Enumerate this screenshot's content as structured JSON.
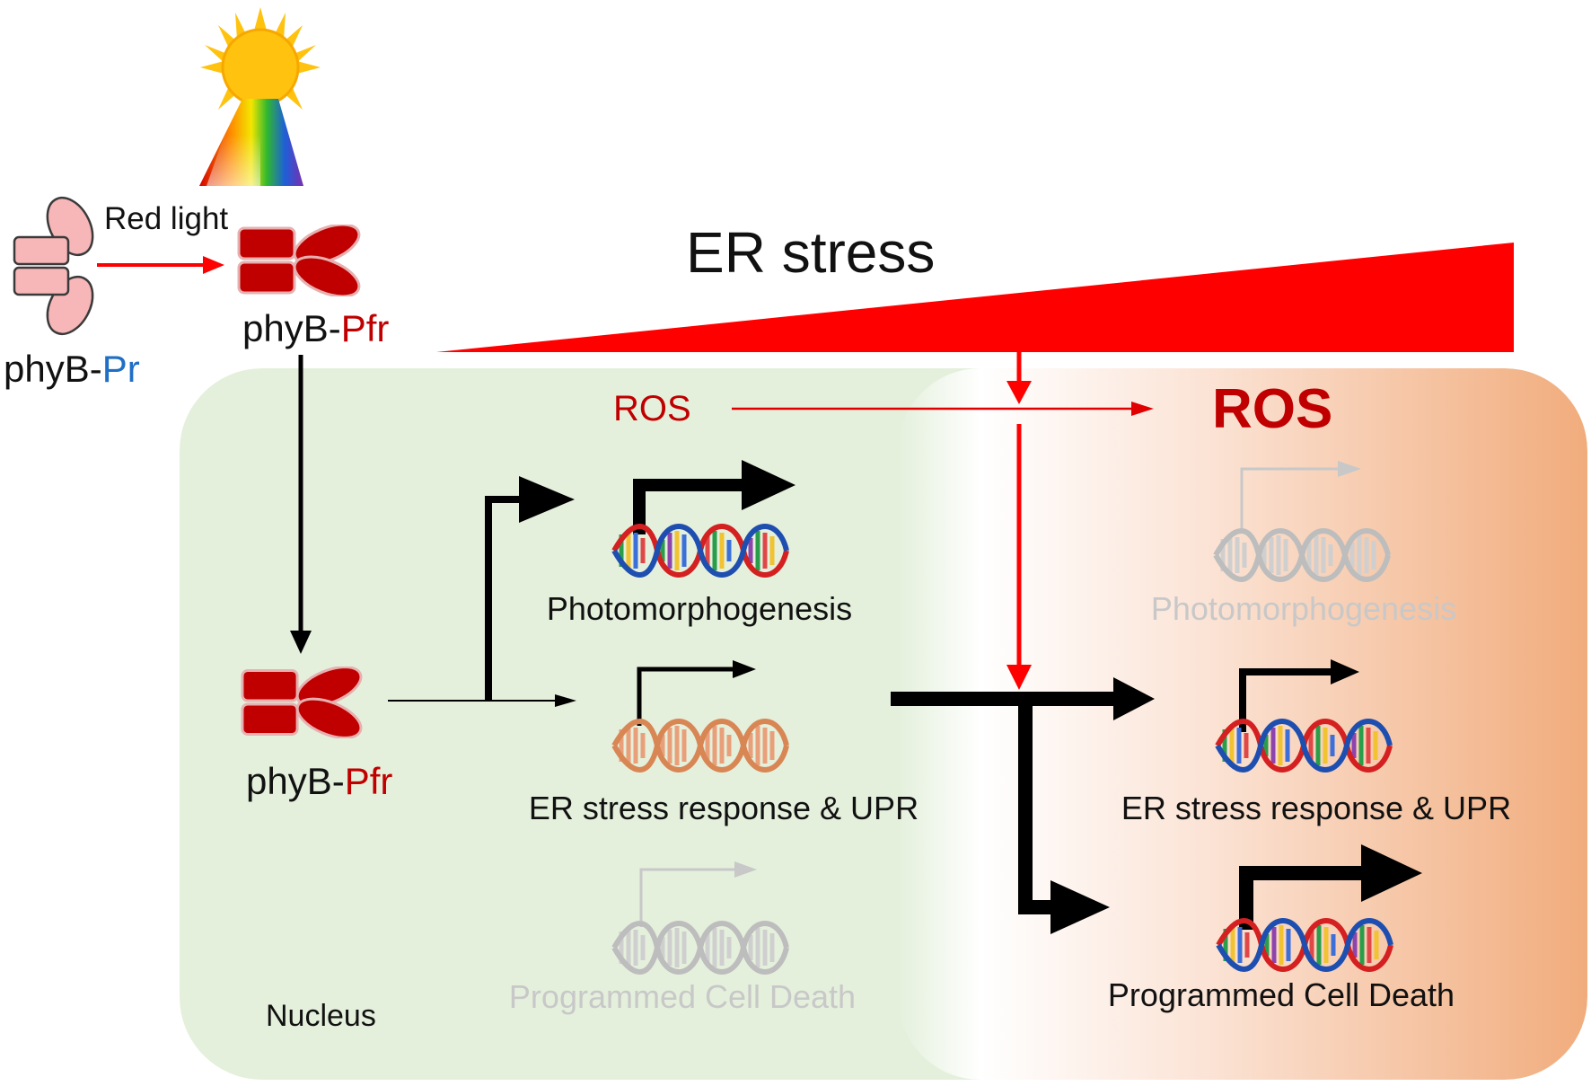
{
  "labels": {
    "red_light": "Red light",
    "phyb_pr_prefix": "phyB-",
    "phyb_pr_suffix": "Pr",
    "phyb_pfr_prefix": "phyB-",
    "phyb_pfr_suffix": "Pfr",
    "er_stress": "ER stress",
    "ros_small": "ROS",
    "ros_large": "ROS",
    "nucleus": "Nucleus"
  },
  "left_genes": [
    {
      "label": "Photomorphogenesis",
      "state": "strong"
    },
    {
      "label": "ER stress response & UPR",
      "state": "weak"
    },
    {
      "label": "Programmed Cell Death",
      "state": "off"
    }
  ],
  "right_genes": [
    {
      "label": "Photomorphogenesis",
      "state": "off"
    },
    {
      "label": "ER stress response & UPR",
      "state": "medium"
    },
    {
      "label": "Programmed Cell Death",
      "state": "strong"
    }
  ],
  "colors": {
    "nucleus_green": "#e4f0dc",
    "stress_orange": "#f1ac7c",
    "arrow_red": "#ff0000",
    "pfr_red": "#c00000",
    "pr_pink": "#f7b6b8",
    "pr_blue": "#1f6fc5",
    "ros_dark_red": "#c00000",
    "inactive_gray": "#c8c8c8"
  }
}
